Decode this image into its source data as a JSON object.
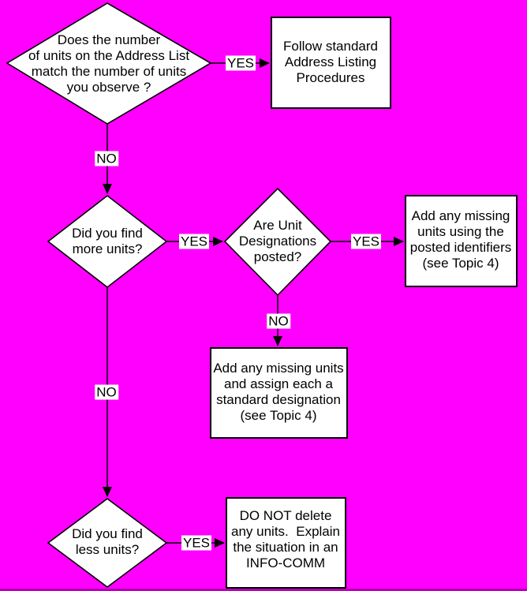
{
  "colors": {
    "background": "#FF00FF",
    "node_fill": "#FFFFFF",
    "stroke": "#000000"
  },
  "nodes": {
    "d1": {
      "type": "decision",
      "text": "Does the number\nof units on the Address List\nmatch the number of units\nyou observe ?"
    },
    "r1": {
      "type": "process",
      "text": "Follow standard\nAddress Listing\nProcedures"
    },
    "d2": {
      "type": "decision",
      "text": "Did you find\nmore units?"
    },
    "d3": {
      "type": "decision",
      "text": "Are Unit\nDesignations\nposted?"
    },
    "r2": {
      "type": "process",
      "text": "Add any missing\nunits using the\nposted identifiers\n(see Topic 4)"
    },
    "r3": {
      "type": "process",
      "text": "Add any missing units\nand assign each a\nstandard designation\n(see Topic 4)"
    },
    "d4": {
      "type": "decision",
      "text": "Did you find\nless units?"
    },
    "r4": {
      "type": "process",
      "text": "DO NOT delete\nany units.  Explain\nthe situation in an\nINFO-COMM"
    }
  },
  "labels": {
    "yes1": "YES",
    "no1": "NO",
    "yes2": "YES",
    "yes3": "YES",
    "no2": "NO",
    "no3": "NO",
    "yes4": "YES"
  }
}
